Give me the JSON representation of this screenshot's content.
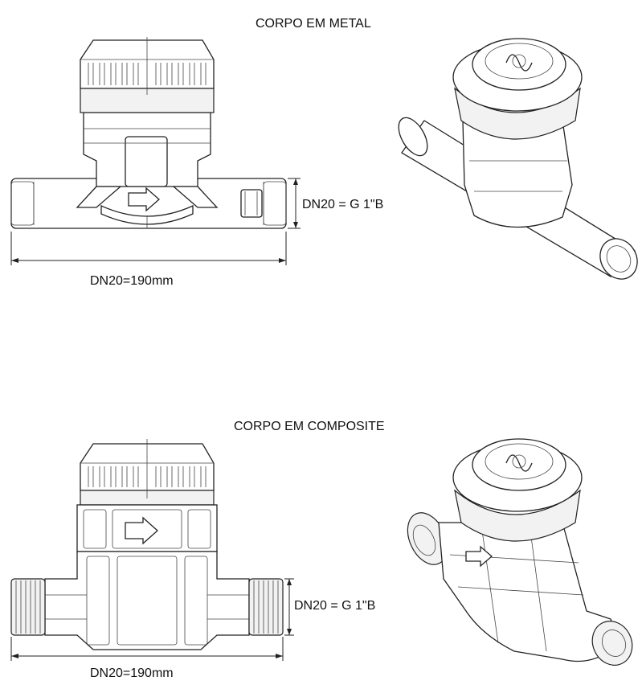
{
  "sections": [
    {
      "title": "CORPO EM METAL",
      "length_label": "DN20=190mm",
      "thread_label": "DN20 = G 1\"B"
    },
    {
      "title": "CORPO EM COMPOSITE",
      "length_label": "DN20=190mm",
      "thread_label": "DN20 = G 1\"B"
    }
  ]
}
